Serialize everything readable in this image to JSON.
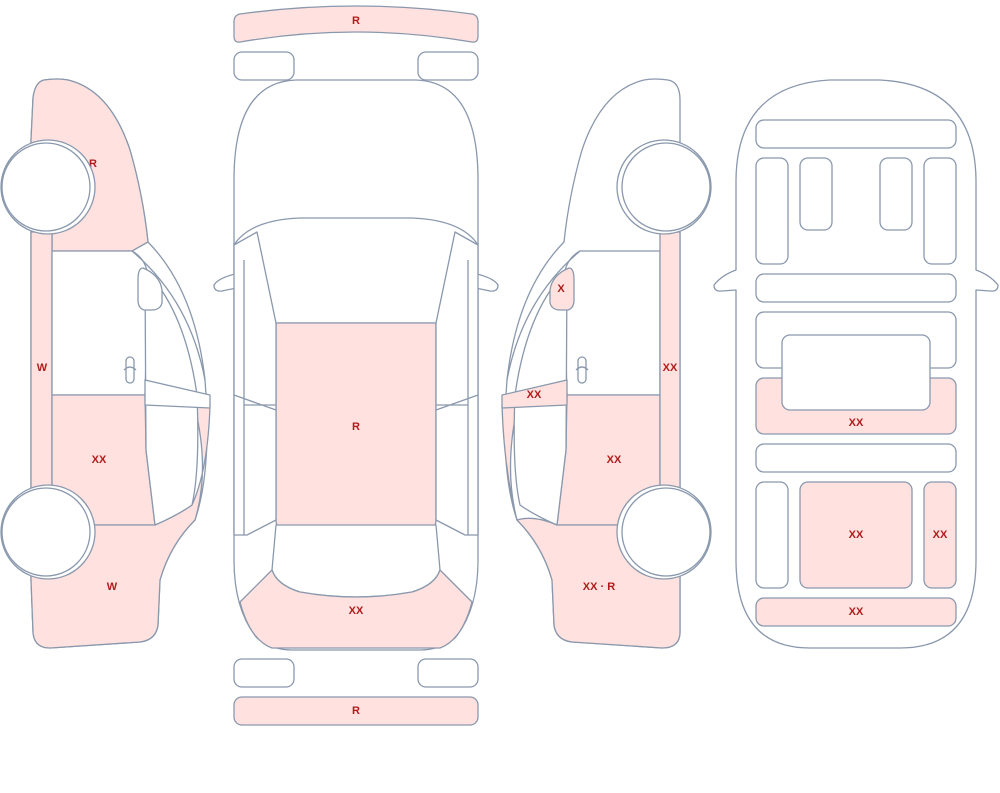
{
  "colors": {
    "outline": "#8a98ad",
    "damage_fill": "#ffe2df",
    "label": "#b01c1c",
    "background": "#ffffff"
  },
  "labels": {
    "front_bumper": "R",
    "rear_bumper": "R",
    "roof": "R",
    "hood": "XX",
    "left_fender": "R",
    "left_rocker": "W",
    "left_rear_door": "XX",
    "left_quarter": "W",
    "right_mirror": "X",
    "right_window_strip": "XX",
    "right_rocker": "XX",
    "right_rear_door": "XX",
    "right_quarter": "XX · R",
    "int_rear_cargo": "XX",
    "int_rear_seat": "XX",
    "int_rear_seat_side": "XX",
    "int_floor": "XX"
  }
}
